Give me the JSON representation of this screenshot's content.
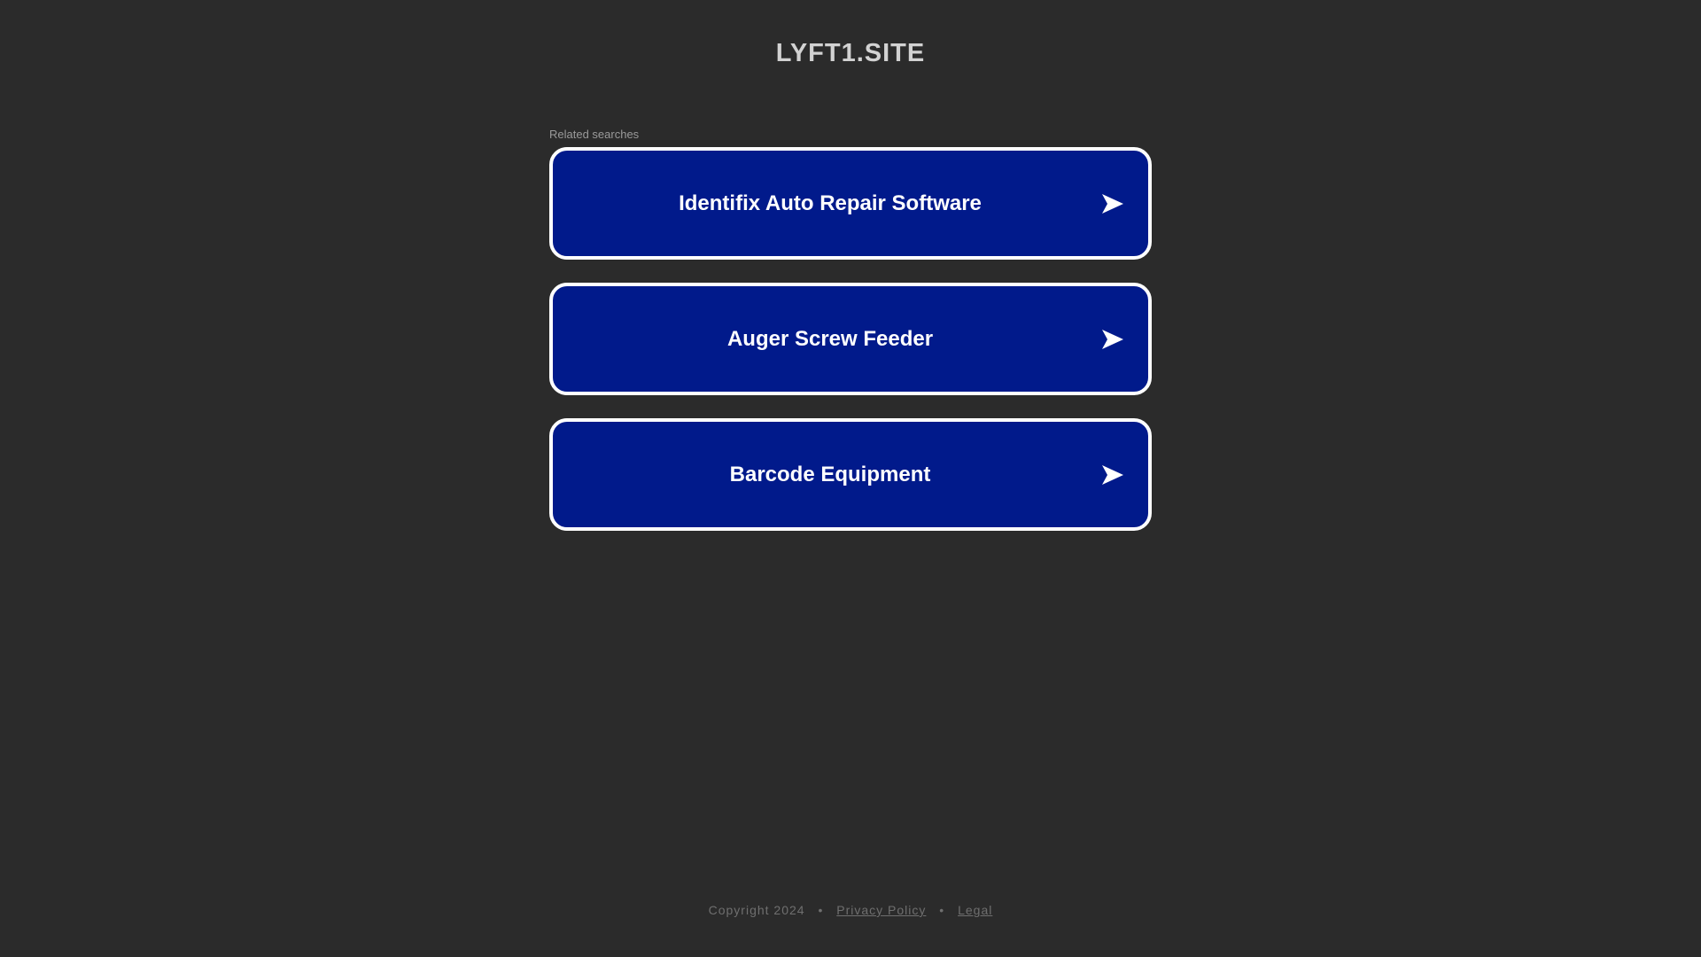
{
  "header": {
    "site_title": "LYFT1.SITE"
  },
  "related_searches": {
    "heading": "Related searches",
    "items": [
      {
        "label": "Identifix Auto Repair Software"
      },
      {
        "label": "Auger Screw Feeder"
      },
      {
        "label": "Barcode Equipment"
      }
    ],
    "arrow_icon": "arrow-right-icon"
  },
  "footer": {
    "copyright": "Copyright 2024",
    "separator": "•",
    "privacy_label": "Privacy Policy",
    "legal_label": "Legal"
  },
  "colors": {
    "background": "#2b2b2b",
    "button_fill": "#011a8b",
    "button_border": "#ffffff",
    "title_text": "#d2d2d2"
  }
}
